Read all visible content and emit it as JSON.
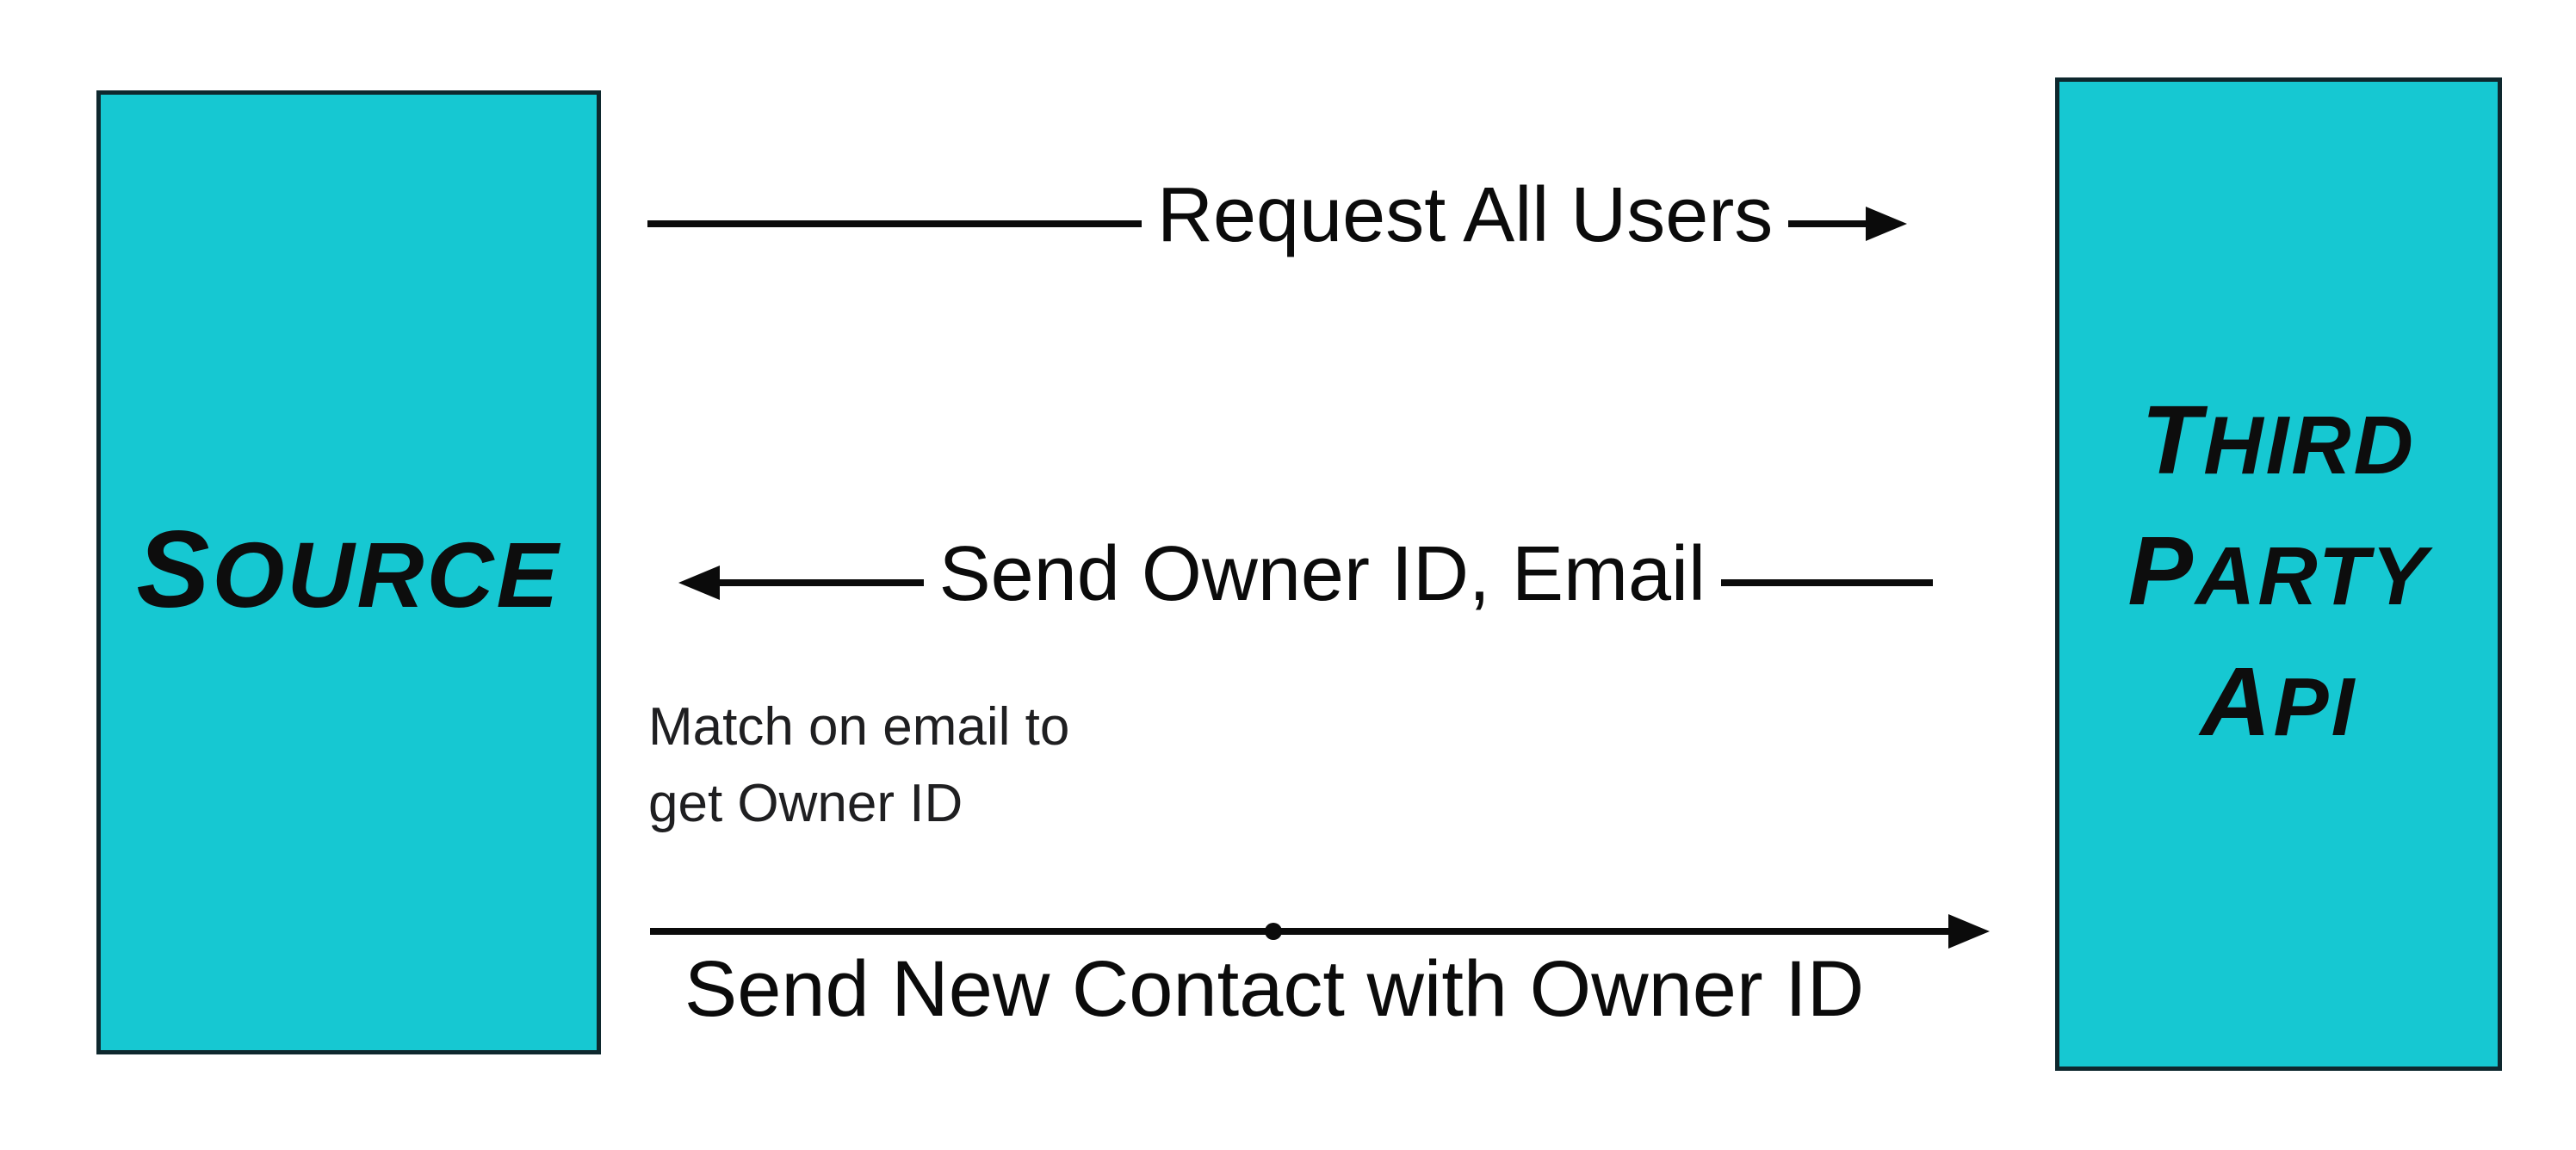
{
  "diagram": {
    "type": "sequence-flow",
    "background": "#ffffff",
    "colors": {
      "node_fill": "#16c8d2",
      "node_border": "#0e282e",
      "arrow": "#0b0b0b",
      "label_text": "#0b0b0b",
      "note_text": "#1f1f21"
    },
    "nodes": {
      "source": {
        "label": "SOURCE"
      },
      "third_party_api": {
        "lines": [
          "THIRD",
          "PARTY",
          "API"
        ]
      }
    },
    "messages": [
      {
        "id": "request-all-users",
        "label": "Request All Users",
        "from": "source",
        "to": "third_party_api",
        "direction": "right"
      },
      {
        "id": "send-owner-id-email",
        "label": "Send Owner ID, Email",
        "from": "third_party_api",
        "to": "source",
        "direction": "left"
      },
      {
        "id": "send-new-contact-with-owner-id",
        "label": "Send New Contact with Owner ID",
        "from": "source",
        "to": "third_party_api",
        "direction": "right"
      }
    ],
    "note": {
      "lines": [
        "Match on email to",
        "get Owner ID"
      ]
    }
  }
}
